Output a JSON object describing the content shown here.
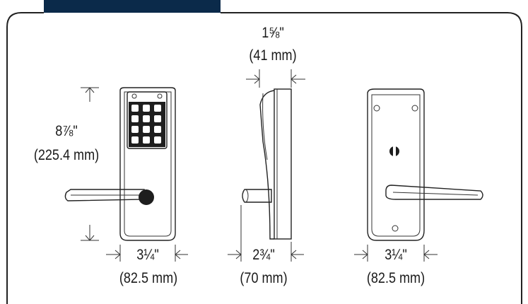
{
  "header_bar_color": "#0b2a4a",
  "frame_color": "#222222",
  "dimensions": {
    "front_height": {
      "imperial": "8⅞\"",
      "metric": "(225.4 mm)"
    },
    "front_width": {
      "imperial": "3¼\"",
      "metric": "(82.5 mm)"
    },
    "side_depth": {
      "imperial": "1⅝\"",
      "metric": "(41 mm)"
    },
    "side_projection": {
      "imperial": "2¾\"",
      "metric": "(70 mm)"
    },
    "back_width": {
      "imperial": "3¼\"",
      "metric": "(82.5 mm)"
    }
  },
  "views": [
    {
      "name": "front-view",
      "icon": "keypad-lock-front-icon"
    },
    {
      "name": "side-view",
      "icon": "lock-side-profile-icon"
    },
    {
      "name": "back-view",
      "icon": "lock-back-plate-icon"
    }
  ]
}
